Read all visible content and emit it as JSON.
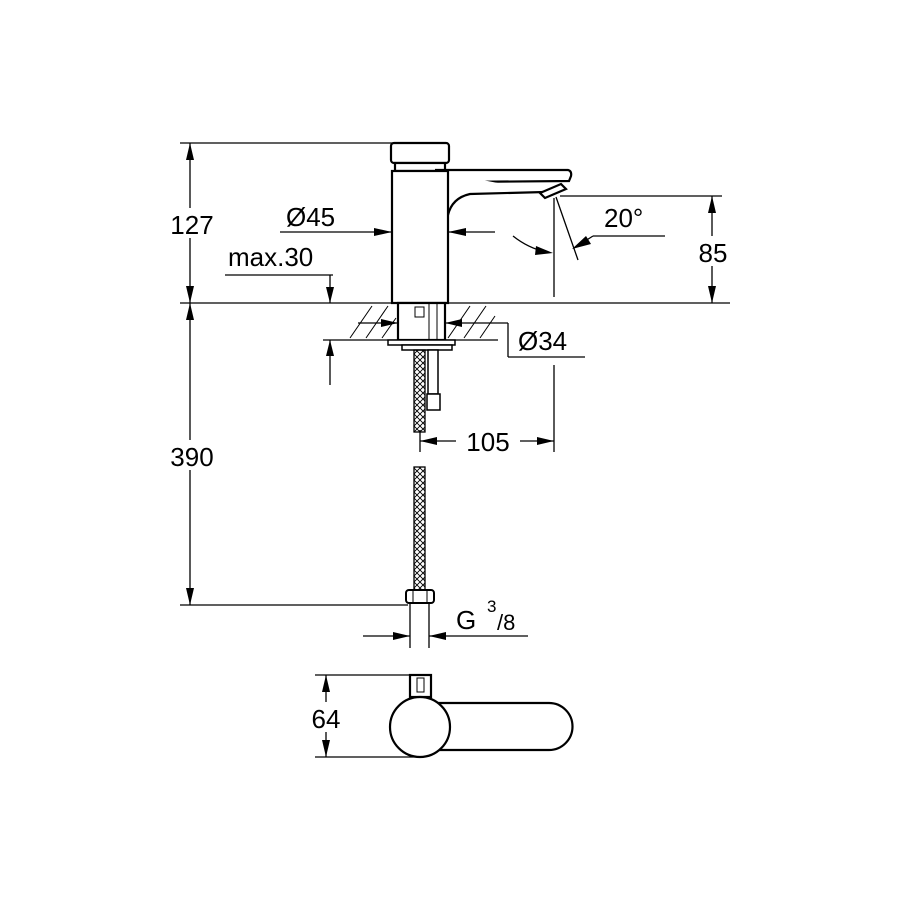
{
  "drawing": {
    "title": "Faucet dimension drawing",
    "dimensions": {
      "total_height": "127",
      "body_diameter": "Ø45",
      "spout_angle": "20°",
      "spout_height": "85",
      "max_counter": "max.30",
      "hole_diameter": "Ø34",
      "projection": "105",
      "hose_length": "390",
      "thread_main": "G",
      "thread_num": "3",
      "thread_den": "/8",
      "top_view_width": "64"
    },
    "colors": {
      "line": "#000000",
      "background": "#ffffff"
    }
  }
}
